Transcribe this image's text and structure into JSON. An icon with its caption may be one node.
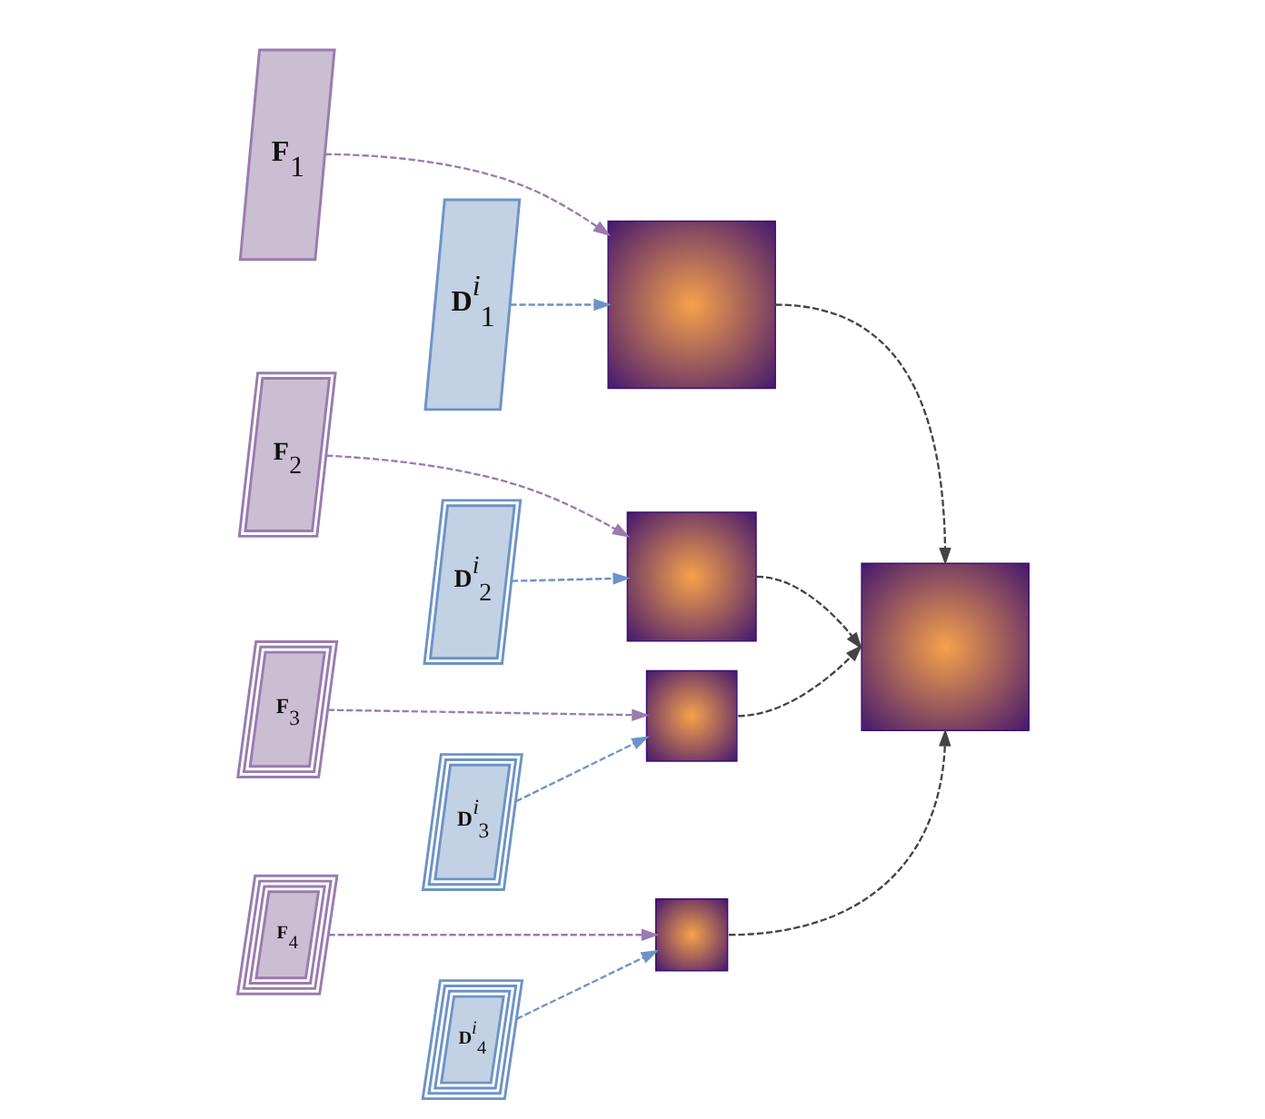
{
  "diagram": {
    "nodes": [
      {
        "text": [
          "**F**$_{1}$"
        ]
      },
      {
        "text": [
          "**F**$_{2}$"
        ]
      },
      {
        "text": [
          "**F**$_{3}$"
        ]
      },
      {
        "text": [
          "**F**$_{4}$"
        ]
      },
      {
        "text": [
          "**D**$^{i}$$_{1}$"
        ]
      },
      {
        "text": [
          "**D**$^{i}$$_{2}$"
        ]
      },
      {
        "text": [
          "**D**$^{i}$$_{3}$"
        ]
      },
      {
        "text": [
          "**D**$^{i}$$_{4}$"
        ]
      },
      {
        "text": [],
        "shape": "picture"
      },
      {
        "text": [],
        "shape": "picture"
      },
      {
        "text": [],
        "shape": "picture"
      },
      {
        "text": [],
        "shape": "picture"
      },
      {
        "text": [],
        "shape": "picture"
      }
    ],
    "edges": [
      {
        "from": 0,
        "to": 8,
        "arrow": "to",
        "style": "dashed",
        "color": "#9a7bb0"
      },
      {
        "from": 4,
        "to": 8,
        "arrow": "to",
        "style": "dashed",
        "color": "#6c93c6"
      },
      {
        "from": 1,
        "to": 9,
        "arrow": "to",
        "style": "dashed",
        "color": "#9a7bb0"
      },
      {
        "from": 5,
        "to": 9,
        "arrow": "to",
        "style": "dashed",
        "color": "#6c93c6"
      },
      {
        "from": 2,
        "to": 10,
        "arrow": "to",
        "style": "dashed",
        "color": "#9a7bb0"
      },
      {
        "from": 6,
        "to": 10,
        "arrow": "to",
        "style": "dashed",
        "color": "#6c93c6"
      },
      {
        "from": 3,
        "to": 11,
        "arrow": "to",
        "style": "dashed",
        "color": "#9a7bb0"
      },
      {
        "from": 7,
        "to": 11,
        "arrow": "to",
        "style": "dashed",
        "color": "#6c93c6"
      },
      {
        "from": 8,
        "to": 12,
        "arrow": "to",
        "style": "dashed",
        "color": "#444444"
      },
      {
        "from": 9,
        "to": 12,
        "arrow": "to",
        "style": "dashed",
        "color": "#444444"
      },
      {
        "from": 10,
        "to": 12,
        "arrow": "to",
        "style": "dashed",
        "color": "#444444"
      },
      {
        "from": 11,
        "to": 12,
        "arrow": "to",
        "style": "dashed",
        "color": "#444444"
      }
    ]
  }
}
